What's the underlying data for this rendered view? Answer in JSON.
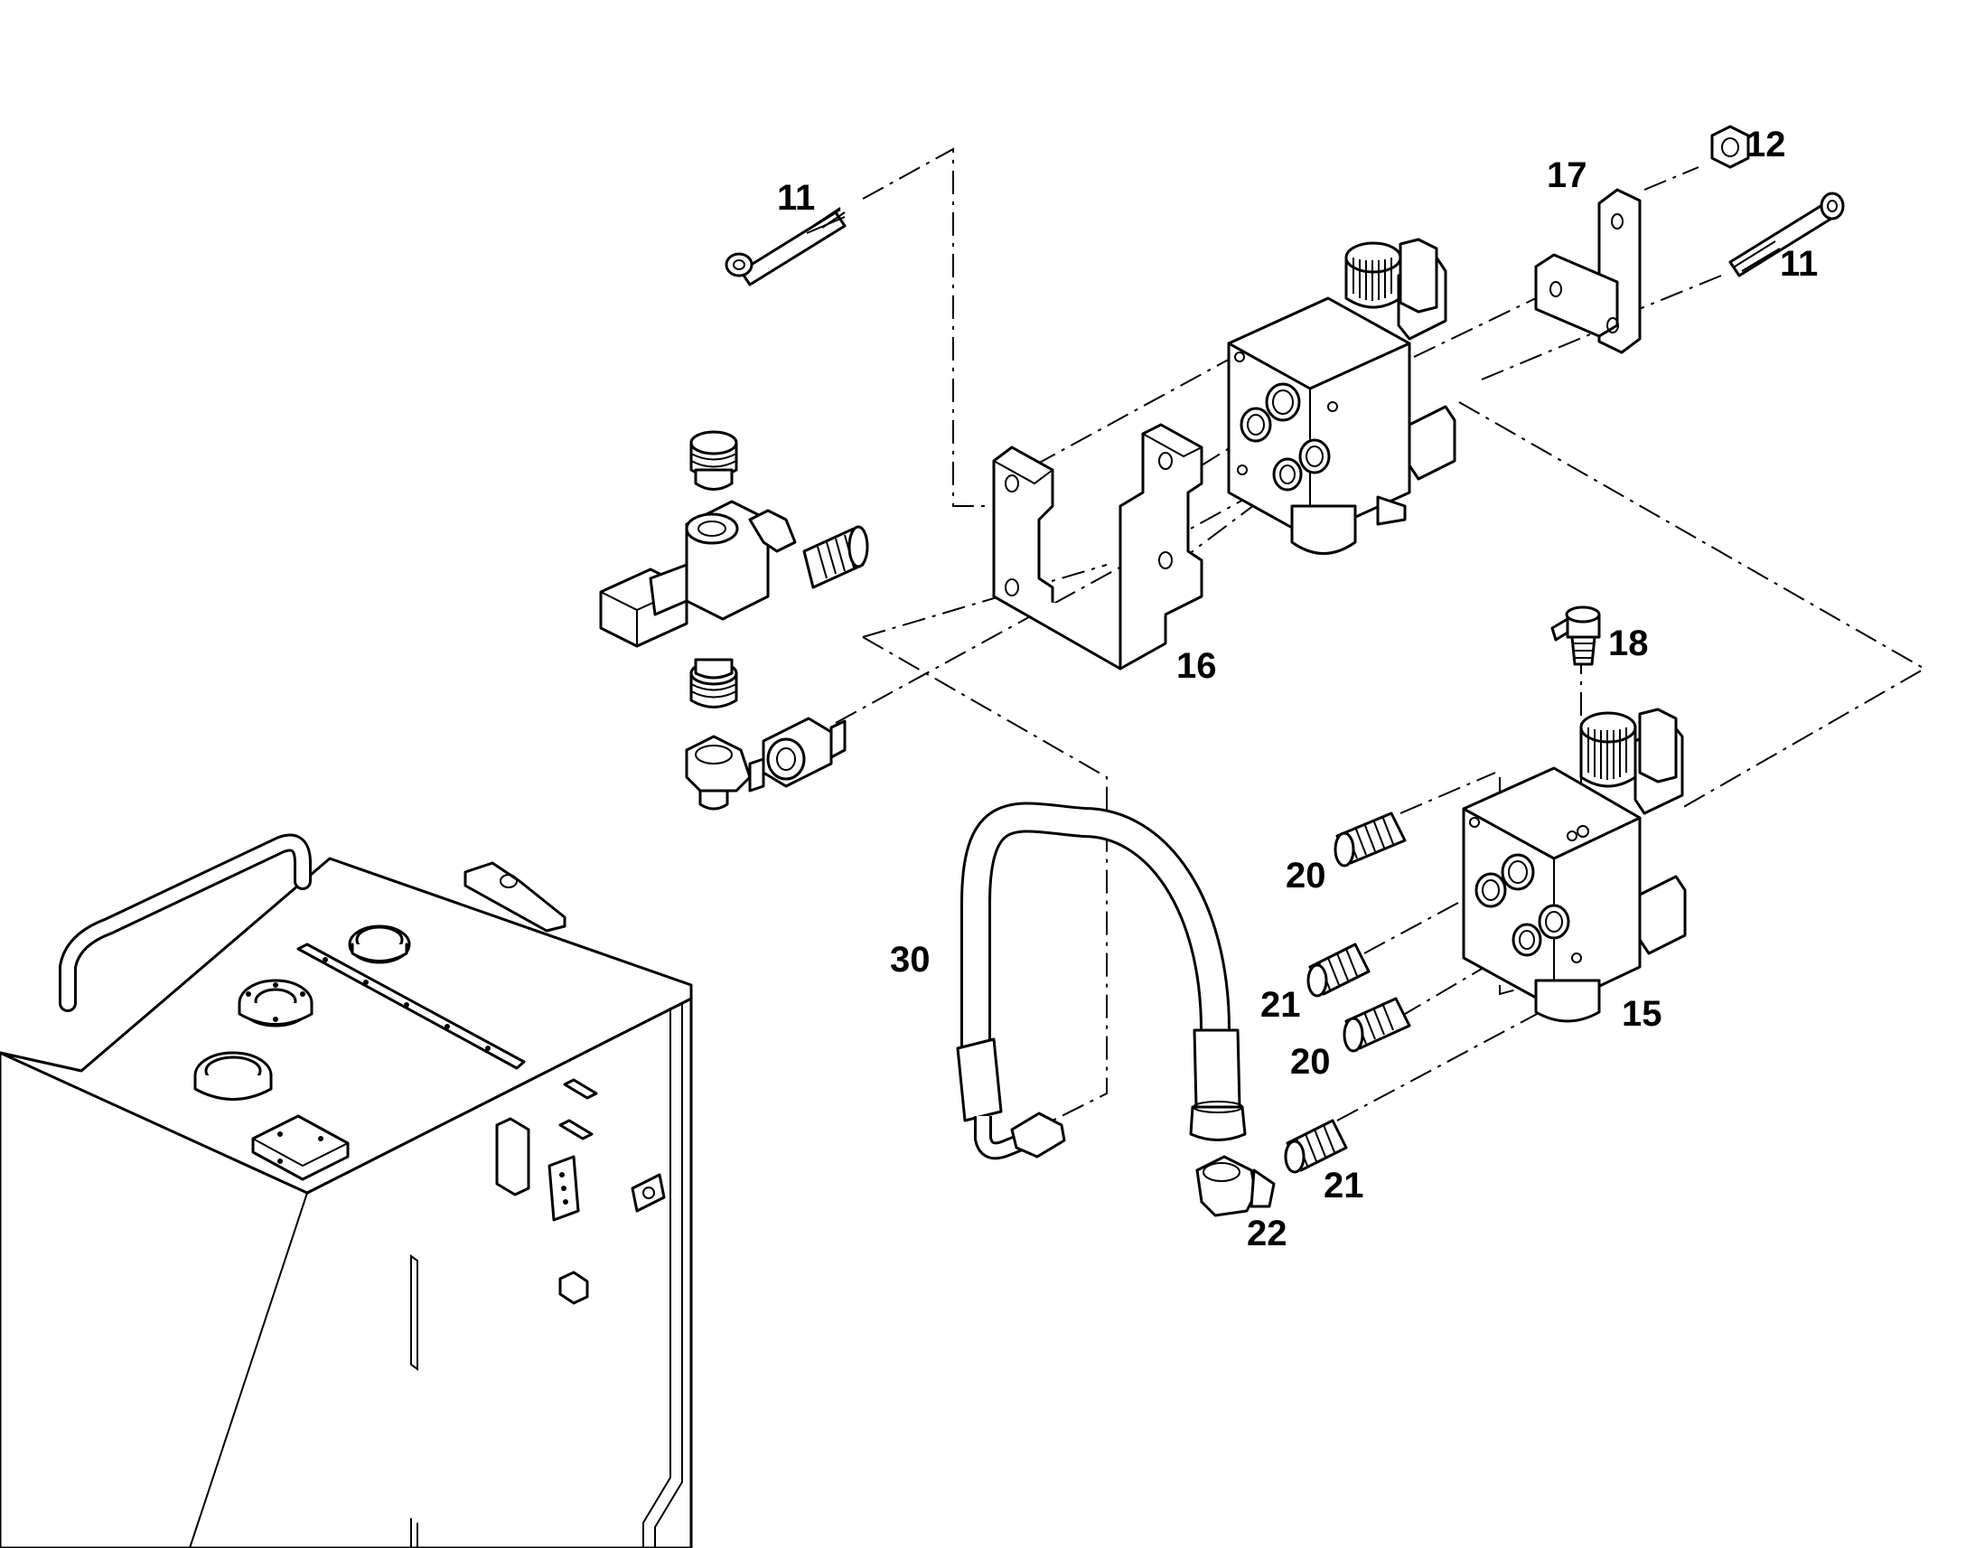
{
  "diagram": {
    "colors": {
      "line": "#000000",
      "background": "#ffffff"
    },
    "callouts": [
      {
        "id": "c11a",
        "text": "11"
      },
      {
        "id": "c12",
        "text": "12"
      },
      {
        "id": "c17",
        "text": "17"
      },
      {
        "id": "c11b",
        "text": "11"
      },
      {
        "id": "c16",
        "text": "16"
      },
      {
        "id": "c18",
        "text": "18"
      },
      {
        "id": "c30",
        "text": "30"
      },
      {
        "id": "c20a",
        "text": "20"
      },
      {
        "id": "c21a",
        "text": "21"
      },
      {
        "id": "c20b",
        "text": "20"
      },
      {
        "id": "c15",
        "text": "15"
      },
      {
        "id": "c21b",
        "text": "21"
      },
      {
        "id": "c22",
        "text": "22"
      }
    ]
  }
}
